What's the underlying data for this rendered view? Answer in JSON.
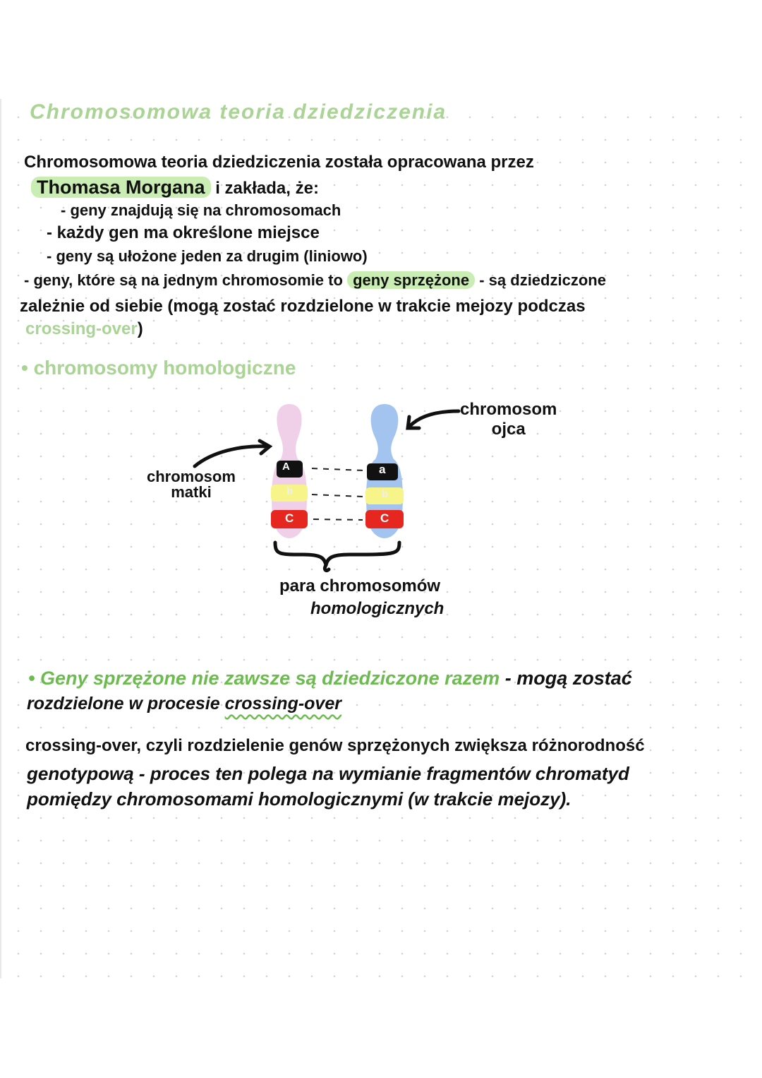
{
  "title": "Chromosomowa teoria dziedziczenia",
  "intro": {
    "line1": "Chromosomowa teoria dziedziczenia została opracowana przez",
    "highlight_name": "Thomasa Morgana",
    "line2_rest": "i zakłada, że:",
    "bullets": [
      "- geny znajdują się na chromosomach",
      "- każdy gen ma określone miejsce",
      "- geny są ułożone jeden za drugim (liniowo)"
    ],
    "linked_prefix": "- geny, które są na jednym chromosomie to",
    "linked_highlight": "geny sprzężone",
    "linked_suffix": "- są dziedziczone",
    "linked_line2": "zależnie od siebie (mogą zostać rozdzielone w trakcie mejozy podczas",
    "linked_line3_green": "crossing-over",
    "linked_line3_end": ")"
  },
  "section_heading": "• chromosomy homologiczne",
  "diagram": {
    "label_mother": [
      "chromosom",
      "matki"
    ],
    "label_father": [
      "chromosom",
      "ojca"
    ],
    "label_pair": [
      "para chromosomów",
      "homologicznych"
    ],
    "genes_mother": [
      "A",
      "b",
      "C"
    ],
    "genes_father": [
      "a",
      "b",
      "C"
    ],
    "colors": {
      "mother": "#f0cfe9",
      "father": "#a3c4ef",
      "gene_a": "#111111",
      "gene_b": "#f7f58a",
      "gene_c": "#e5271f"
    }
  },
  "note": {
    "green_part": "• Geny sprzężone nie zawsze są dziedziczone razem",
    "black_part": "- mogą zostać",
    "line2_prefix": "rozdzielone w procesie",
    "line2_underlined": "crossing-over"
  },
  "paragraph": [
    "crossing-over, czyli rozdzielenie genów sprzężonych zwiększa różnorodność",
    "genotypową - proces ten polega na wymianie fragmentów chromatyd",
    "pomiędzy chromosomami homologicznymi (w trakcie mejozy)."
  ],
  "colors": {
    "accent_green": "#a9d494",
    "highlight": "#c9edb3",
    "ink": "#111111"
  }
}
